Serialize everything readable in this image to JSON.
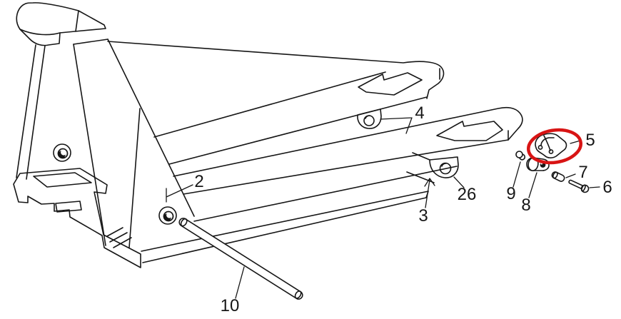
{
  "diagram": {
    "kind": "exploded parts line drawing",
    "subject": "hand pallet truck",
    "background_color": "#ffffff",
    "line_color": "#161616",
    "highlight_color": "#d81414",
    "highlighted_callout": "5"
  },
  "callouts": [
    {
      "label": "2"
    },
    {
      "label": "3"
    },
    {
      "label": "4"
    },
    {
      "label": "5"
    },
    {
      "label": "6"
    },
    {
      "label": "7"
    },
    {
      "label": "8"
    },
    {
      "label": "9"
    },
    {
      "label": "10"
    },
    {
      "label": "26"
    }
  ]
}
